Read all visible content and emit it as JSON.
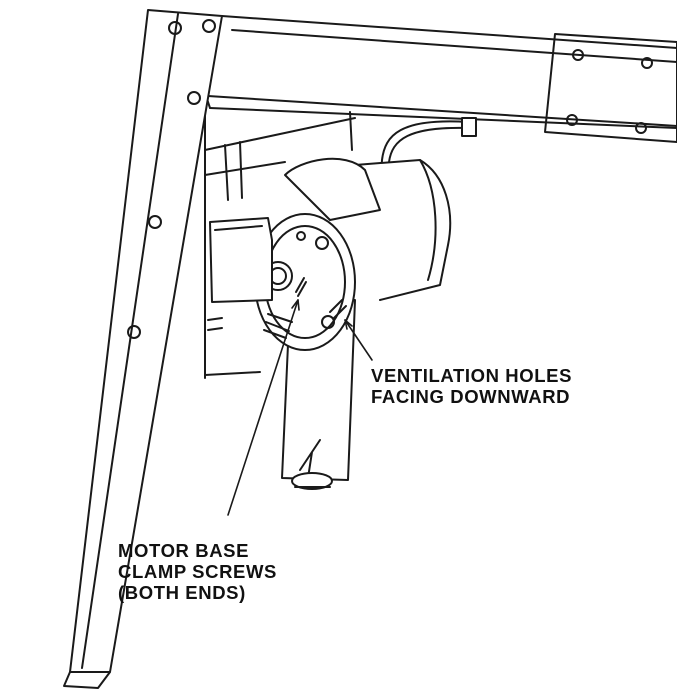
{
  "callouts": {
    "ventilation": {
      "line1": "VENTILATION HOLES",
      "line2": "FACING DOWNWARD"
    },
    "clamp": {
      "line1": "MOTOR BASE",
      "line2": "CLAMP SCREWS",
      "line3": "(BOTH ENDS)"
    }
  },
  "colors": {
    "ink": "#1a1a1a",
    "paper": "#ffffff"
  }
}
